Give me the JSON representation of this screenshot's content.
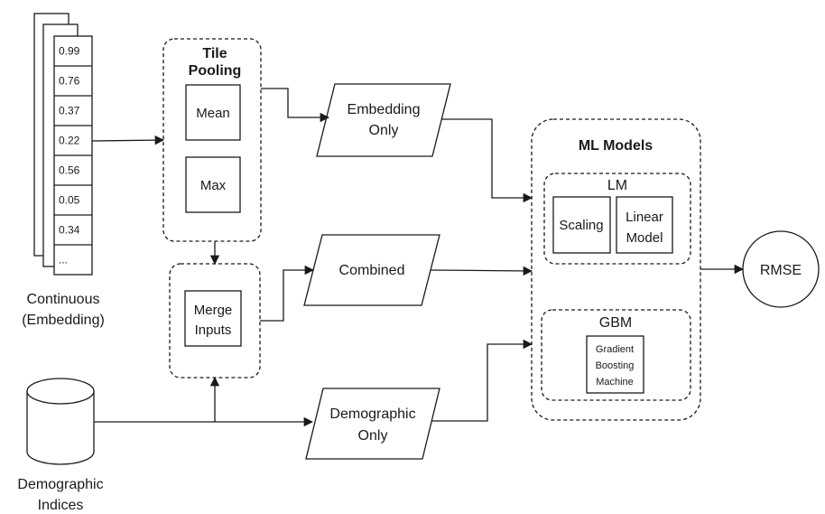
{
  "embedding": {
    "values": [
      "0.99",
      "0.76",
      "0.37",
      "0.22",
      "0.56",
      "0.05",
      "0.34",
      "..."
    ],
    "label_line1": "Continuous",
    "label_line2": "(Embedding)"
  },
  "tile_pooling": {
    "title_line1": "Tile",
    "title_line2": "Pooling",
    "mean": "Mean",
    "max": "Max"
  },
  "merge": {
    "line1": "Merge",
    "line2": "Inputs"
  },
  "database": {
    "label_line1": "Demographic",
    "label_line2": "Indices"
  },
  "datasets": {
    "embedding_only_line1": "Embedding",
    "embedding_only_line2": "Only",
    "combined": "Combined",
    "demographic_only_line1": "Demographic",
    "demographic_only_line2": "Only"
  },
  "ml_models": {
    "title": "ML Models",
    "lm_title": "LM",
    "scaling": "Scaling",
    "linear_line1": "Linear",
    "linear_line2": "Model",
    "gbm_title": "GBM",
    "gbm_line1": "Gradient",
    "gbm_line2": "Boosting",
    "gbm_line3": "Machine"
  },
  "output": {
    "label": "RMSE"
  }
}
